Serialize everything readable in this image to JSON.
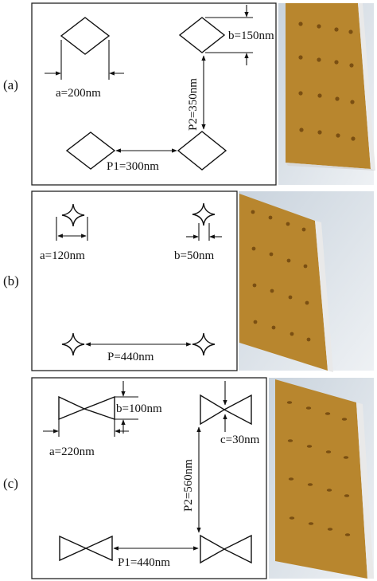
{
  "panels": [
    {
      "tag": "(a)",
      "shape": "diamond",
      "labels": {
        "a": "a=200nm",
        "b": "b=150nm",
        "p2": "P2=350nm",
        "p1": "P1=300nm"
      }
    },
    {
      "tag": "(b)",
      "shape": "star",
      "labels": {
        "a": "a=120nm",
        "b": "b=50nm",
        "p": "P=440nm"
      }
    },
    {
      "tag": "(c)",
      "shape": "bowtie",
      "labels": {
        "a": "a=220nm",
        "b": "b=100nm",
        "c": "c=30nm",
        "p2": "P2=560nm",
        "p1": "P1=440nm"
      }
    }
  ],
  "colors": {
    "slab_face": "#b8862e",
    "slab_edge": "#e9e9e9",
    "hole": "#7a4f12",
    "background": "#ffffff"
  }
}
